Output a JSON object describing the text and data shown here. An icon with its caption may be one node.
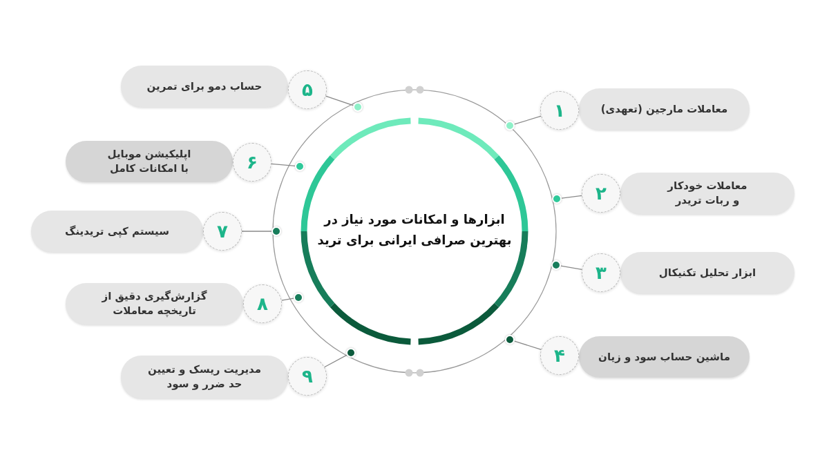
{
  "diagram": {
    "nodes": [
      {
        "text": [
          "ابزارها و امکانات مورد نیاز در بهترین صرافی ایرانی برای ترید"
        ]
      },
      {
        "text": [
          "۱"
        ]
      },
      {
        "text": [
          "معاملات مارجین (تعهدی)"
        ]
      },
      {
        "text": [
          "۲"
        ]
      },
      {
        "text": [
          "معاملات خودکار و ربات تریدر"
        ]
      },
      {
        "text": [
          "۳"
        ]
      },
      {
        "text": [
          "ابزار تحلیل تکنیکال"
        ]
      },
      {
        "text": [
          "۴"
        ]
      },
      {
        "text": [
          "ماشین حساب سود و زیان"
        ]
      },
      {
        "text": [
          "۵"
        ]
      },
      {
        "text": [
          "حساب دمو برای تمرین"
        ]
      },
      {
        "text": [
          "۶"
        ]
      },
      {
        "text": [
          "اپلیکیشن موبایل با امکانات کامل"
        ]
      },
      {
        "text": [
          "۷"
        ]
      },
      {
        "text": [
          "سیستم کپی تریدینگ"
        ]
      },
      {
        "text": [
          "۸"
        ]
      },
      {
        "text": [
          "گزارش‌گیری دقیق از تاریخچه معاملات"
        ]
      },
      {
        "text": [
          "۹"
        ]
      },
      {
        "text": [
          "مدیریت ریسک و تعیین حد ضرر و سود"
        ]
      },
      {
        "text": [],
        "shape": "circle"
      },
      {
        "text": [],
        "shape": "circle"
      },
      {
        "text": [],
        "shape": "circle"
      },
      {
        "text": [],
        "shape": "circle"
      },
      {
        "text": [],
        "shape": "circle"
      },
      {
        "text": [],
        "shape": "circle"
      },
      {
        "text": [],
        "shape": "circle"
      },
      {
        "text": [],
        "shape": "circle"
      },
      {
        "text": [],
        "shape": "circle"
      }
    ],
    "edges": [
      {
        "from": 1,
        "to": 20,
        "arrow": "none"
      },
      {
        "from": 3,
        "to": 22,
        "arrow": "none"
      },
      {
        "from": 5,
        "to": 24,
        "arrow": "none"
      },
      {
        "from": 7,
        "to": 26,
        "arrow": "none"
      },
      {
        "from": 9,
        "to": 19,
        "arrow": "none"
      },
      {
        "from": 11,
        "to": 21,
        "arrow": "none"
      },
      {
        "from": 13,
        "to": 23,
        "arrow": "none"
      },
      {
        "from": 15,
        "to": 25,
        "arrow": "none"
      },
      {
        "from": 17,
        "to": 27,
        "arrow": "none"
      }
    ]
  }
}
